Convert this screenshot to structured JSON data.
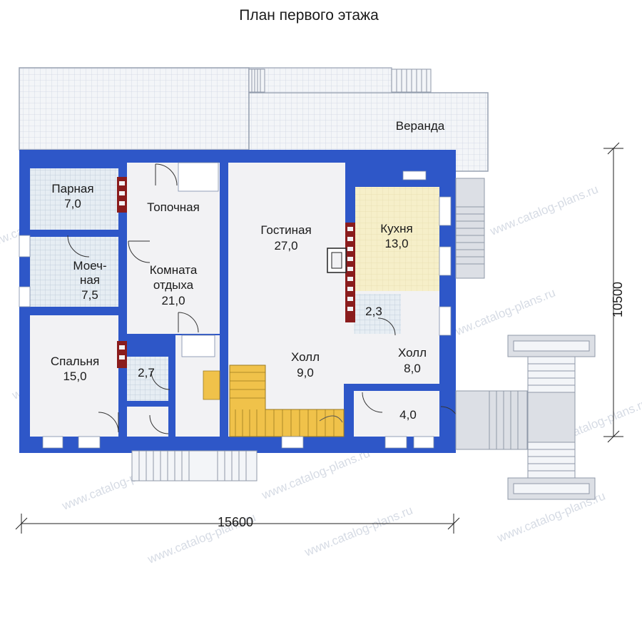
{
  "title": "План первого этажа",
  "dimensions": {
    "width": "15600",
    "height": "10500"
  },
  "rooms": {
    "veranda": {
      "name": "Веранда"
    },
    "parnaya": {
      "name": "Парная",
      "area": "7,0"
    },
    "topochnaya": {
      "name": "Топочная"
    },
    "moechnaya": {
      "name_1": "Моеч-",
      "name_2": "ная",
      "area": "7,5"
    },
    "komnata": {
      "name_1": "Комната",
      "name_2": "отдыха",
      "area": "21,0"
    },
    "gostinaya": {
      "name": "Гостиная",
      "area": "27,0"
    },
    "kukhnya": {
      "name": "Кухня",
      "area": "13,0"
    },
    "wc_small": {
      "area": "2,3"
    },
    "spalnya": {
      "name": "Спальня",
      "area": "15,0"
    },
    "bath_small": {
      "area": "2,7"
    },
    "holl_center": {
      "name": "Холл",
      "area": "9,0"
    },
    "holl_right": {
      "name": "Холл",
      "area": "8,0"
    },
    "storage": {
      "area": "4,0"
    }
  },
  "watermark": "www.catalog-plans.ru",
  "colors": {
    "wall": "#2e57c8",
    "floor": "#f2f2f4",
    "kitchen_floor": "#f6efc9",
    "stairs": "#f0c24a",
    "tile": "#dfe6ee",
    "fireplace": "#8a1c1c"
  }
}
